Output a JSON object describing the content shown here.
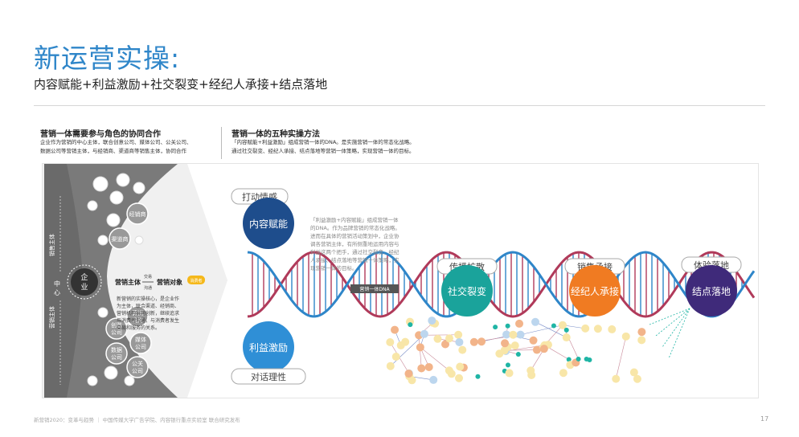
{
  "title": "新运营实操:",
  "subtitle": "内容赋能+利益激励+社交裂变+经纪人承接+结点落地",
  "left_section": {
    "heading": "营销一体需要参与角色的协同合作",
    "desc_lines": [
      "企业作为营销的中心主体，联合创意公司、媒体公司、公关公司、",
      "数据公司等营销主体，与经销商、渠道商等销售主体，协同合作"
    ]
  },
  "right_section": {
    "heading": "营销一体的五种实操方法",
    "desc_lines": [
      "「内容赋能+利益激励」组成营销一体的DNA。是实施营销一体的常态化战略。",
      "通过社交裂变、经纪人承接、结点落地等营销一体策略，实现营销一体的目标。"
    ]
  },
  "funnel": {
    "top_bubbles": [
      "经销商",
      "渠道商"
    ],
    "bottom_bubbles": [
      "营销\n机构",
      "创意\n公司",
      "媒体\n公司",
      "数据\n公司",
      "公关\n公司"
    ],
    "upper_axis": "销售主体",
    "center_axis": "中心",
    "lower_axis": "营销主体",
    "core": "企业",
    "flow_from": "营销主体",
    "flow_mid": "交易",
    "flow_mid2": "沟通",
    "flow_to": "营销对象",
    "consumer_badge": "消费者",
    "desc_lines": [
      "新营销的实操核心，是企业作",
      "为主体，联合渠道、经销商、",
      "营销机构共同创新，继续追求",
      "与消费者沟通，与消费者发生",
      "交易和服务的关系。"
    ]
  },
  "dna": {
    "node1": {
      "label": "内容赋能",
      "tag": "打动情感",
      "color": "#1e4d8c"
    },
    "node2": {
      "label": "利益激励",
      "tag": "对话理性",
      "color": "#2f8fd6"
    },
    "node3": {
      "label": "社交裂变",
      "tag": "传播扩散",
      "color": "#1aa39b"
    },
    "node4": {
      "label": "经纪人承接",
      "tag": "销售承接",
      "color": "#f07b22"
    },
    "node5": {
      "label": "结点落地",
      "tag": "体验落地",
      "color": "#3f2a7a"
    },
    "dna_label": "营销一体DNA",
    "desc_lines": [
      "「利益激励+内容赋能」组成营销一体",
      "的DNA。作为品牌营销的常态化战略。",
      "进而在具体的营销活动策划中，企业协",
      "调各营销主体，有所侧重地运用内容与",
      "利益这两个把手，通过社交裂变、经纪",
      "人承接、结点落地等营销一体策略，实",
      "现营销一体的目标。"
    ]
  },
  "colors": {
    "accent": "#2f86c9",
    "helix_red": "#b03a5a",
    "helix_blue": "#2f86c9"
  },
  "footer": "新营销2020：变革与趋势 ｜ 中国传媒大学广告学院、内容银行重点实验室 联合研究发布",
  "page_number": "17"
}
